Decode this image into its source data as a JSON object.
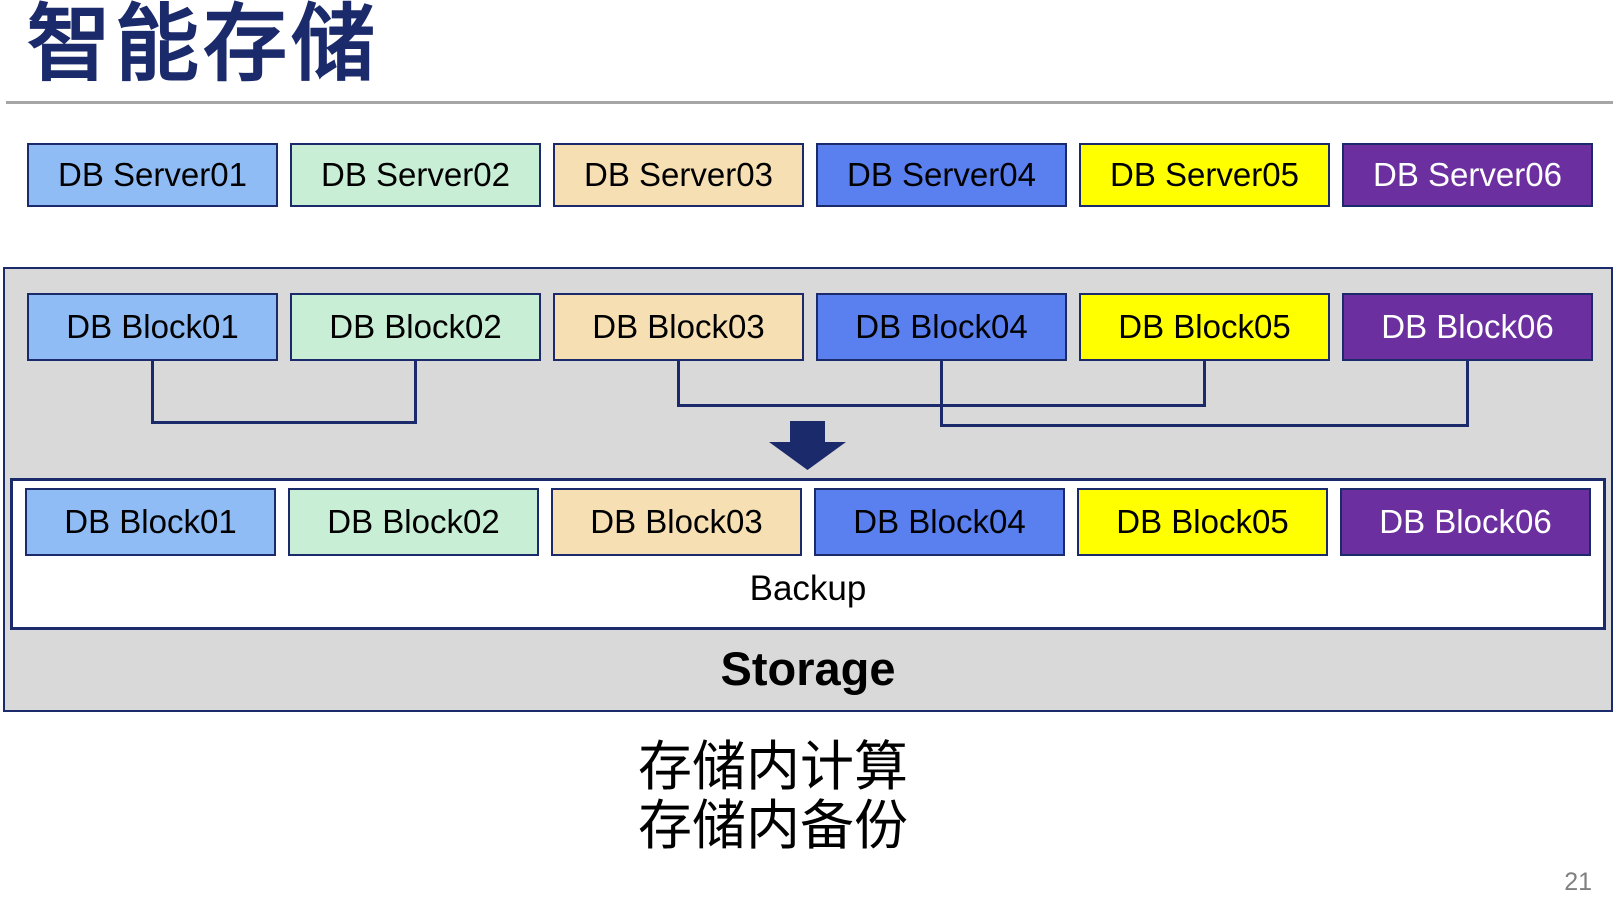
{
  "slide": {
    "title": "智能存储",
    "page_number": "21"
  },
  "palette": {
    "navy": "#1B2A6B",
    "light_blue": "#8FBCF5",
    "mint_green": "#C8EFD5",
    "wheat": "#F6DFB3",
    "royal_blue": "#5A80F0",
    "yellow": "#FFFF00",
    "purple": "#6B2FA0",
    "container_gray": "#D9D9D9",
    "rule_gray": "#A6A6A6",
    "page_number_gray": "#808080"
  },
  "server_row": {
    "items": [
      {
        "label": "DB Server01",
        "fill": "#8FBCF5",
        "text_color": "#000000"
      },
      {
        "label": "DB Server02",
        "fill": "#C8EFD5",
        "text_color": "#000000"
      },
      {
        "label": "DB Server03",
        "fill": "#F6DFB3",
        "text_color": "#000000"
      },
      {
        "label": "DB Server04",
        "fill": "#5A80F0",
        "text_color": "#000000"
      },
      {
        "label": "DB Server05",
        "fill": "#FFFF00",
        "text_color": "#000000"
      },
      {
        "label": "DB Server06",
        "fill": "#6B2FA0",
        "text_color": "#FFFFFF"
      }
    ]
  },
  "storage_container": {
    "top_block_row": {
      "items": [
        {
          "label": "DB Block01",
          "fill": "#8FBCF5",
          "text_color": "#000000"
        },
        {
          "label": "DB Block02",
          "fill": "#C8EFD5",
          "text_color": "#000000"
        },
        {
          "label": "DB Block03",
          "fill": "#F6DFB3",
          "text_color": "#000000"
        },
        {
          "label": "DB Block04",
          "fill": "#5A80F0",
          "text_color": "#000000"
        },
        {
          "label": "DB Block05",
          "fill": "#FFFF00",
          "text_color": "#000000"
        },
        {
          "label": "DB Block06",
          "fill": "#6B2FA0",
          "text_color": "#FFFFFF"
        }
      ]
    },
    "backup_box": {
      "block_row": {
        "items": [
          {
            "label": "DB Block01",
            "fill": "#8FBCF5",
            "text_color": "#000000"
          },
          {
            "label": "DB Block02",
            "fill": "#C8EFD5",
            "text_color": "#000000"
          },
          {
            "label": "DB Block03",
            "fill": "#F6DFB3",
            "text_color": "#000000"
          },
          {
            "label": "DB Block04",
            "fill": "#5A80F0",
            "text_color": "#000000"
          },
          {
            "label": "DB Block05",
            "fill": "#FFFF00",
            "text_color": "#000000"
          },
          {
            "label": "DB Block06",
            "fill": "#6B2FA0",
            "text_color": "#FFFFFF"
          }
        ]
      },
      "label": "Backup"
    },
    "storage_label": "Storage"
  },
  "caption": {
    "line1": "存储内计算",
    "line2": "存储内备份"
  }
}
